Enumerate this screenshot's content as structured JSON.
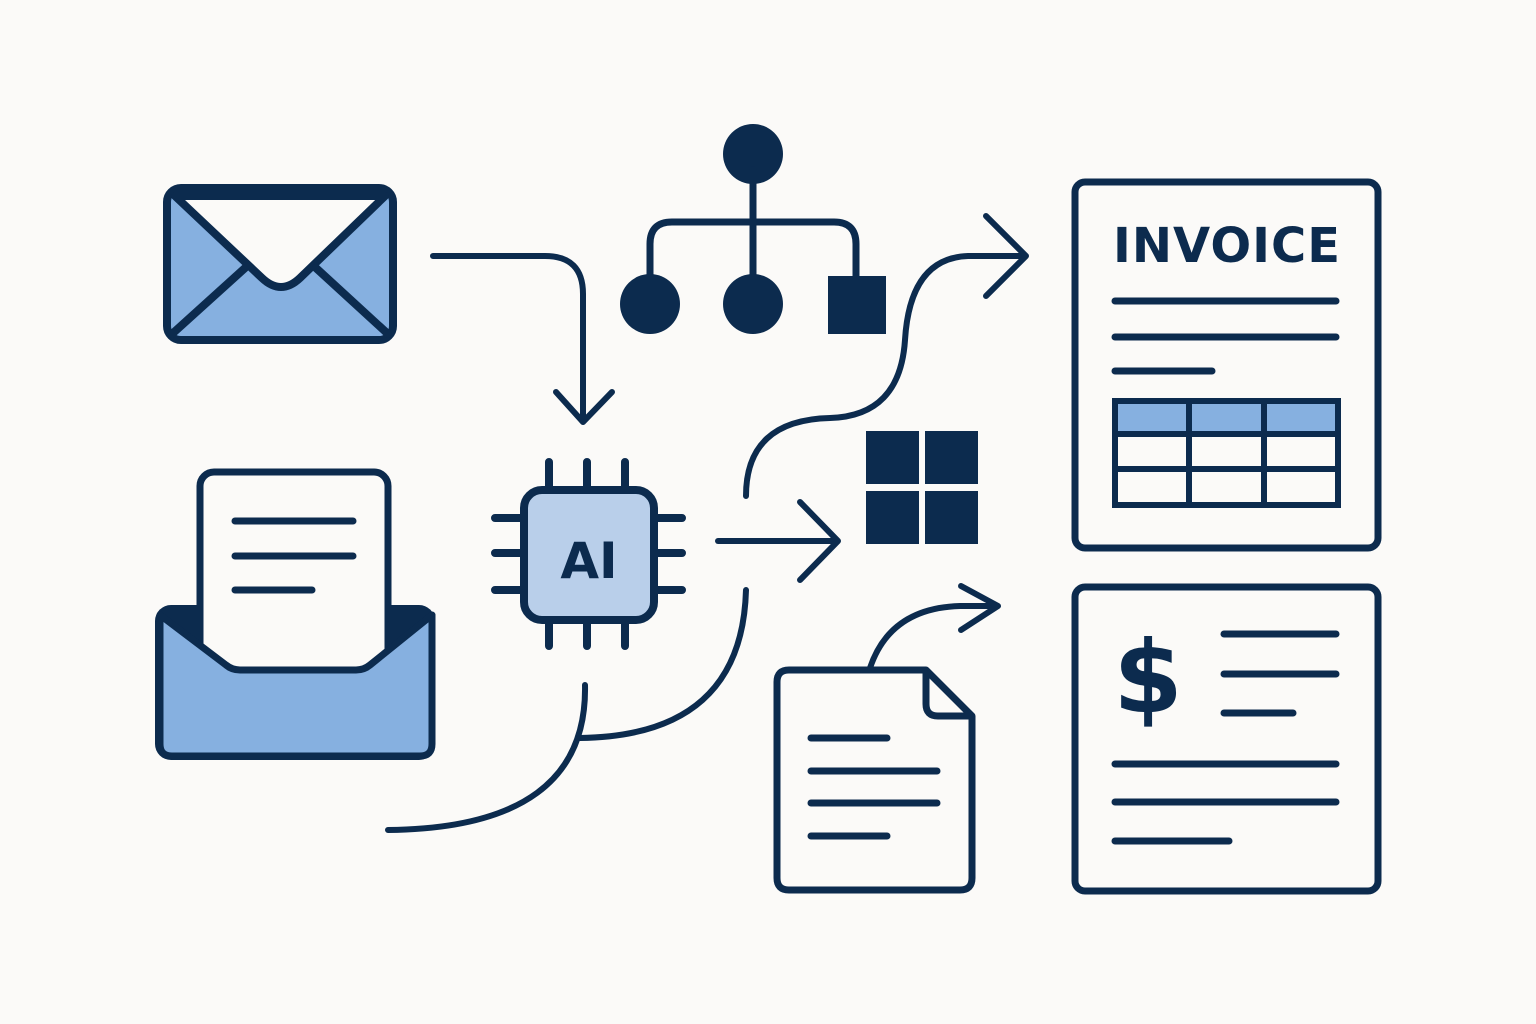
{
  "colors": {
    "background": "#fbfaf8",
    "navy": "#0c2b4e",
    "blue_fill": "#86b0e0",
    "light_blue_fill": "#b9cfea",
    "paper": "#fbfaf8"
  },
  "diagram": {
    "description": "Email-to-invoice AI automation workflow illustration",
    "nodes": [
      {
        "id": "email-envelope",
        "icon": "envelope-icon"
      },
      {
        "id": "inbox-document",
        "icon": "open-envelope-with-letter-icon"
      },
      {
        "id": "ai-chip",
        "icon": "ai-chip-icon",
        "label": "AI"
      },
      {
        "id": "hierarchy",
        "icon": "org-tree-icon"
      },
      {
        "id": "windows-grid",
        "icon": "four-squares-grid-icon"
      },
      {
        "id": "output-document",
        "icon": "document-icon"
      },
      {
        "id": "invoice",
        "icon": "invoice-document-icon",
        "label": "INVOICE"
      },
      {
        "id": "receipt",
        "icon": "dollar-receipt-icon",
        "label": "$"
      }
    ],
    "edges": [
      {
        "from": "email-envelope",
        "to": "ai-chip",
        "style": "elbow-arrow"
      },
      {
        "from": "ai-chip",
        "to": "windows-grid",
        "style": "straight-arrow"
      },
      {
        "from": "ai-chip",
        "to": "invoice",
        "style": "s-curve-arrow"
      },
      {
        "from": "output-document",
        "to": "receipt",
        "style": "curved-arrow"
      },
      {
        "from": "inbox-document",
        "to": "ai-chip",
        "style": "curve-lines"
      }
    ]
  },
  "invoice": {
    "title": "INVOICE",
    "table": {
      "columns": 3,
      "rows": 3,
      "header_row_highlighted": true
    }
  },
  "ai_chip": {
    "label": "AI"
  },
  "receipt": {
    "symbol": "$"
  }
}
